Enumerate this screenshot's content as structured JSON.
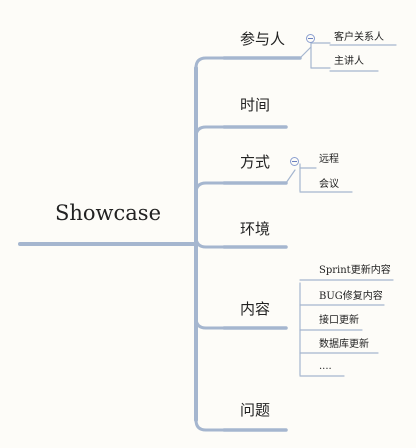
{
  "mindmap": {
    "central": "Showcase",
    "line_color": "#a5b6cf",
    "branches": [
      {
        "label": "参与人",
        "children": [
          "客户关系人",
          "主讲人"
        ]
      },
      {
        "label": "时间",
        "children": []
      },
      {
        "label": "方式",
        "children": [
          "远程",
          "会议"
        ]
      },
      {
        "label": "环境",
        "children": []
      },
      {
        "label": "内容",
        "children": [
          "Sprint更新内容",
          "BUG修复内容",
          "接口更新",
          "数据库更新",
          "...."
        ]
      },
      {
        "label": "问题",
        "children": []
      }
    ]
  }
}
